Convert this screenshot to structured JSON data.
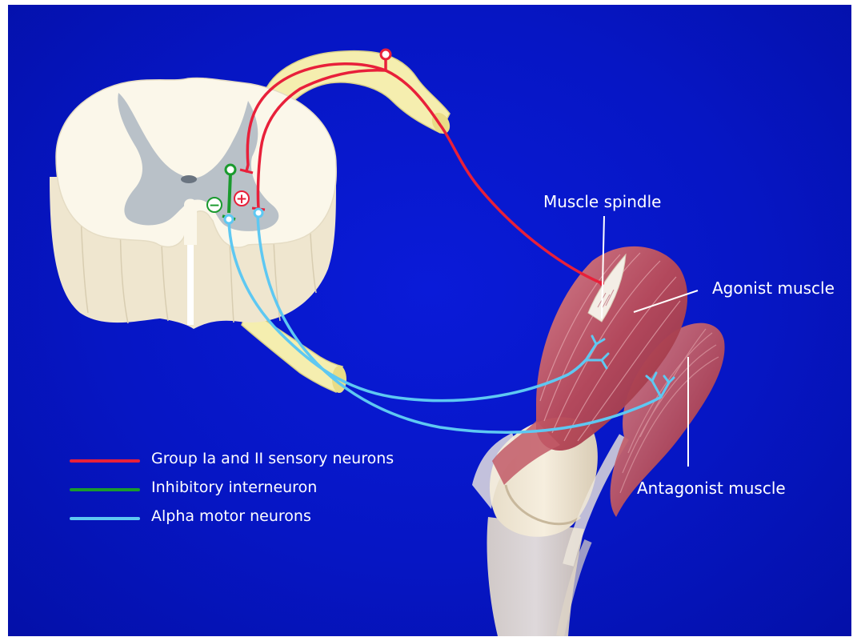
{
  "labels": {
    "muscle_spindle": "Muscle spindle",
    "agonist_muscle": "Agonist muscle",
    "antagonist_muscle": "Antagonist muscle"
  },
  "symbols": {
    "excitatory": "+",
    "inhibitory": "−"
  },
  "legend": [
    {
      "label": "Group Ia and II sensory neurons",
      "color": "#e8203a"
    },
    {
      "label": "Inhibitory interneuron",
      "color": "#1a9a2e"
    },
    {
      "label": "Alpha motor neurons",
      "color": "#5ec8f2"
    }
  ],
  "colors": {
    "background": "#0616c4",
    "white_matter": "#fbf7ea",
    "gray_matter": "#b9c1c8",
    "nerve_root": "#f5eeaf",
    "muscle": "#c0505e",
    "tendon": "#e9e3da"
  }
}
